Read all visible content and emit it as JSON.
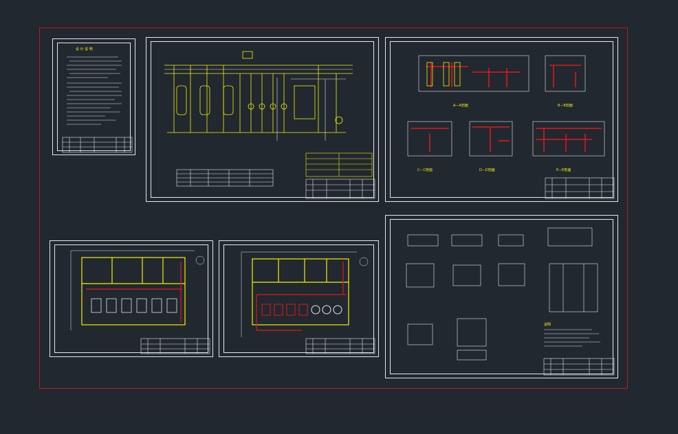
{
  "window": {
    "background": "#212830"
  },
  "colors": {
    "border_red": "#c01818",
    "line_white": "#e8e8e8",
    "line_yellow": "#f5f000",
    "line_red": "#e01818",
    "line_magenta": "#e020e0"
  },
  "sheets": {
    "notes": {
      "title": "设 计 说 明"
    },
    "section_views": {
      "captions": [
        "A—A剖面",
        "B—B剖面",
        "C—C剖面",
        "D—D剖面",
        "E—E剖面"
      ]
    },
    "details": {
      "notes_label": "说明"
    }
  }
}
